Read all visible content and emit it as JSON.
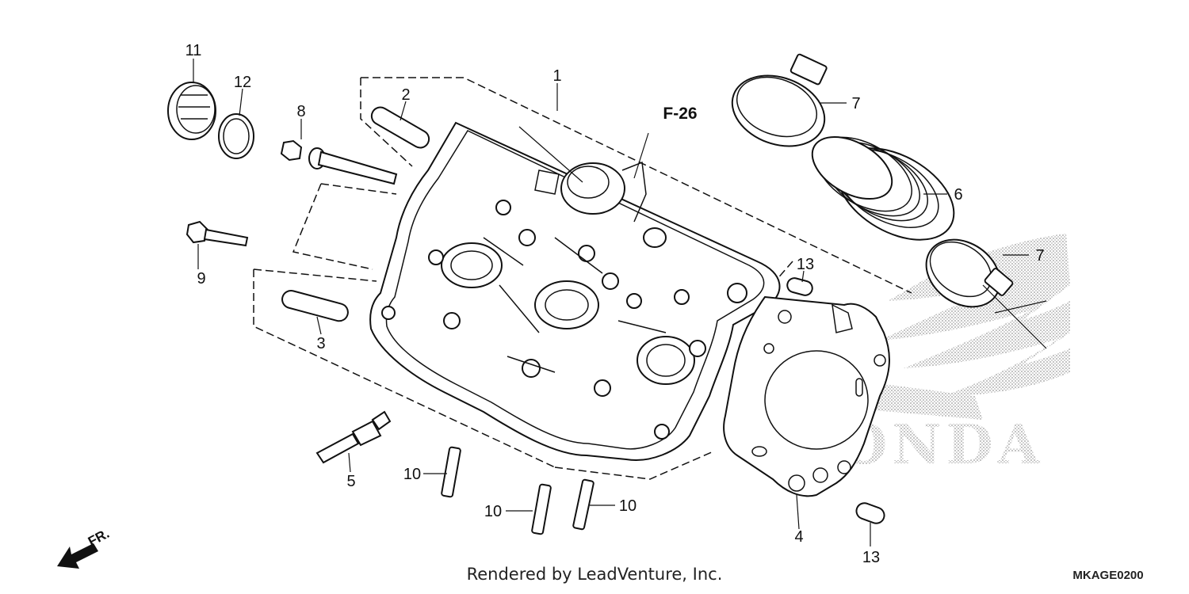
{
  "part_labels": {
    "p1": "1",
    "p2": "2",
    "p3": "3",
    "p4": "4",
    "p5": "5",
    "p6": "6",
    "p7a": "7",
    "p7b": "7",
    "p8": "8",
    "p9": "9",
    "p10a": "10",
    "p10b": "10",
    "p10c": "10",
    "p11": "11",
    "p12": "12",
    "p13a": "13",
    "p13b": "13"
  },
  "reference": "F-26",
  "front_indicator": "FR.",
  "credit": "Rendered by LeadVenture, Inc.",
  "diagram_code": "MKAGE0200",
  "watermark_text": "HONDA"
}
